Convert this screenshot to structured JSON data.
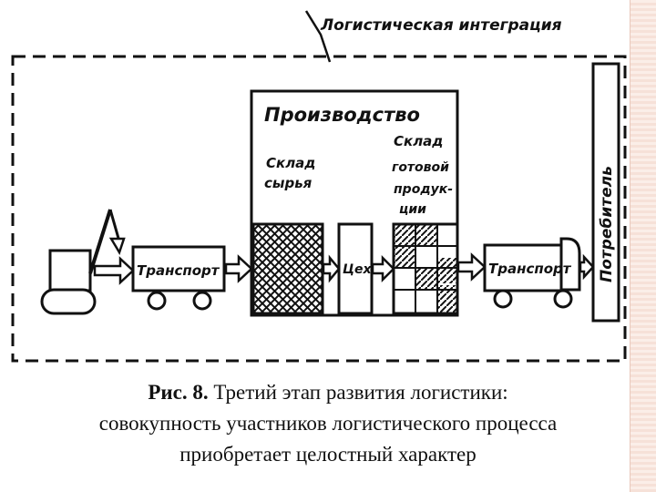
{
  "diagram": {
    "integration_label": "Логистическая интеграция",
    "production_title": "Производство",
    "raw_warehouse_line1": "Склад",
    "raw_warehouse_line2": "сырья",
    "finished_warehouse_line1": "Склад",
    "finished_warehouse_line2": "готовой",
    "finished_warehouse_line3": "продук-",
    "finished_warehouse_line4": "ции",
    "workshop_label": "Цех",
    "transport_in_label": "Транспорт",
    "transport_out_label": "Транспорт",
    "consumer_label": "Потребитель"
  },
  "caption": {
    "figure_label": "Рис. 8.",
    "line1": "Третий этап развития логистики:",
    "line2": "совокупность участников логистического процесса",
    "line3": "приобретает целостный характер"
  }
}
